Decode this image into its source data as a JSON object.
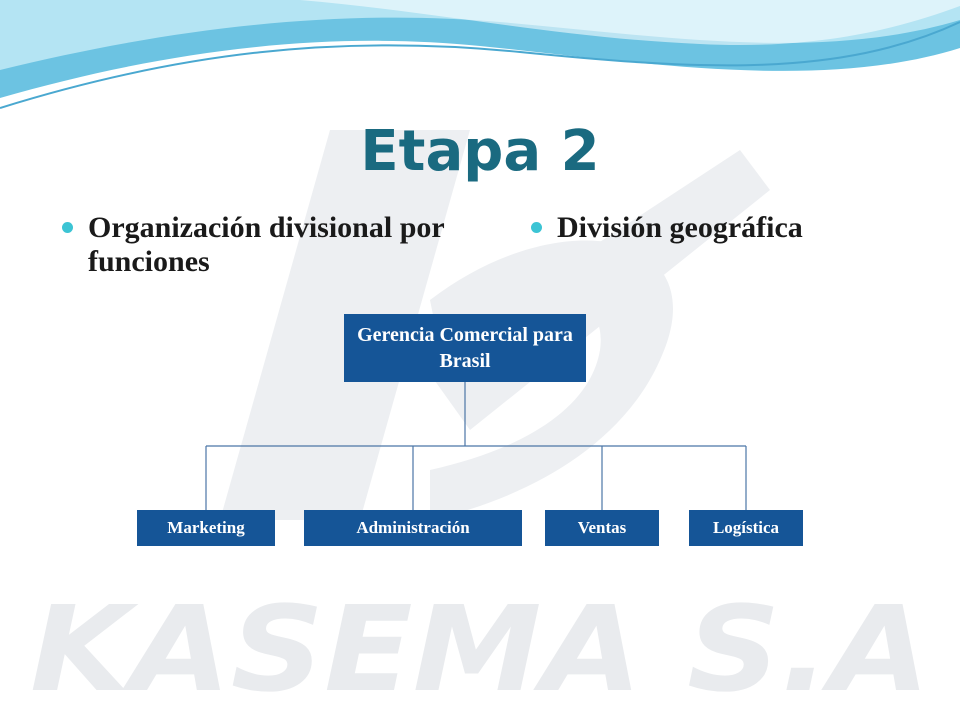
{
  "slide": {
    "title": "Etapa 2",
    "bullets": [
      {
        "text": "Organización divisional por funciones"
      },
      {
        "text": "División geográfica"
      }
    ]
  },
  "org_chart": {
    "root": {
      "label": "Gerencia Comercial para Brasil"
    },
    "children": [
      {
        "label": "Marketing"
      },
      {
        "label": "Administración"
      },
      {
        "label": "Ventas"
      },
      {
        "label": "Logística"
      }
    ]
  },
  "watermark": {
    "text": "KASEMA S.A"
  },
  "colors": {
    "title": "#1a6a80",
    "bullet_dot": "#3cc4d4",
    "node_fill": "#155597",
    "connector": "#4b76a6",
    "wave_dark": "#5ab8dc",
    "wave_light": "#a9dff0",
    "watermark": "#e9ebee"
  }
}
